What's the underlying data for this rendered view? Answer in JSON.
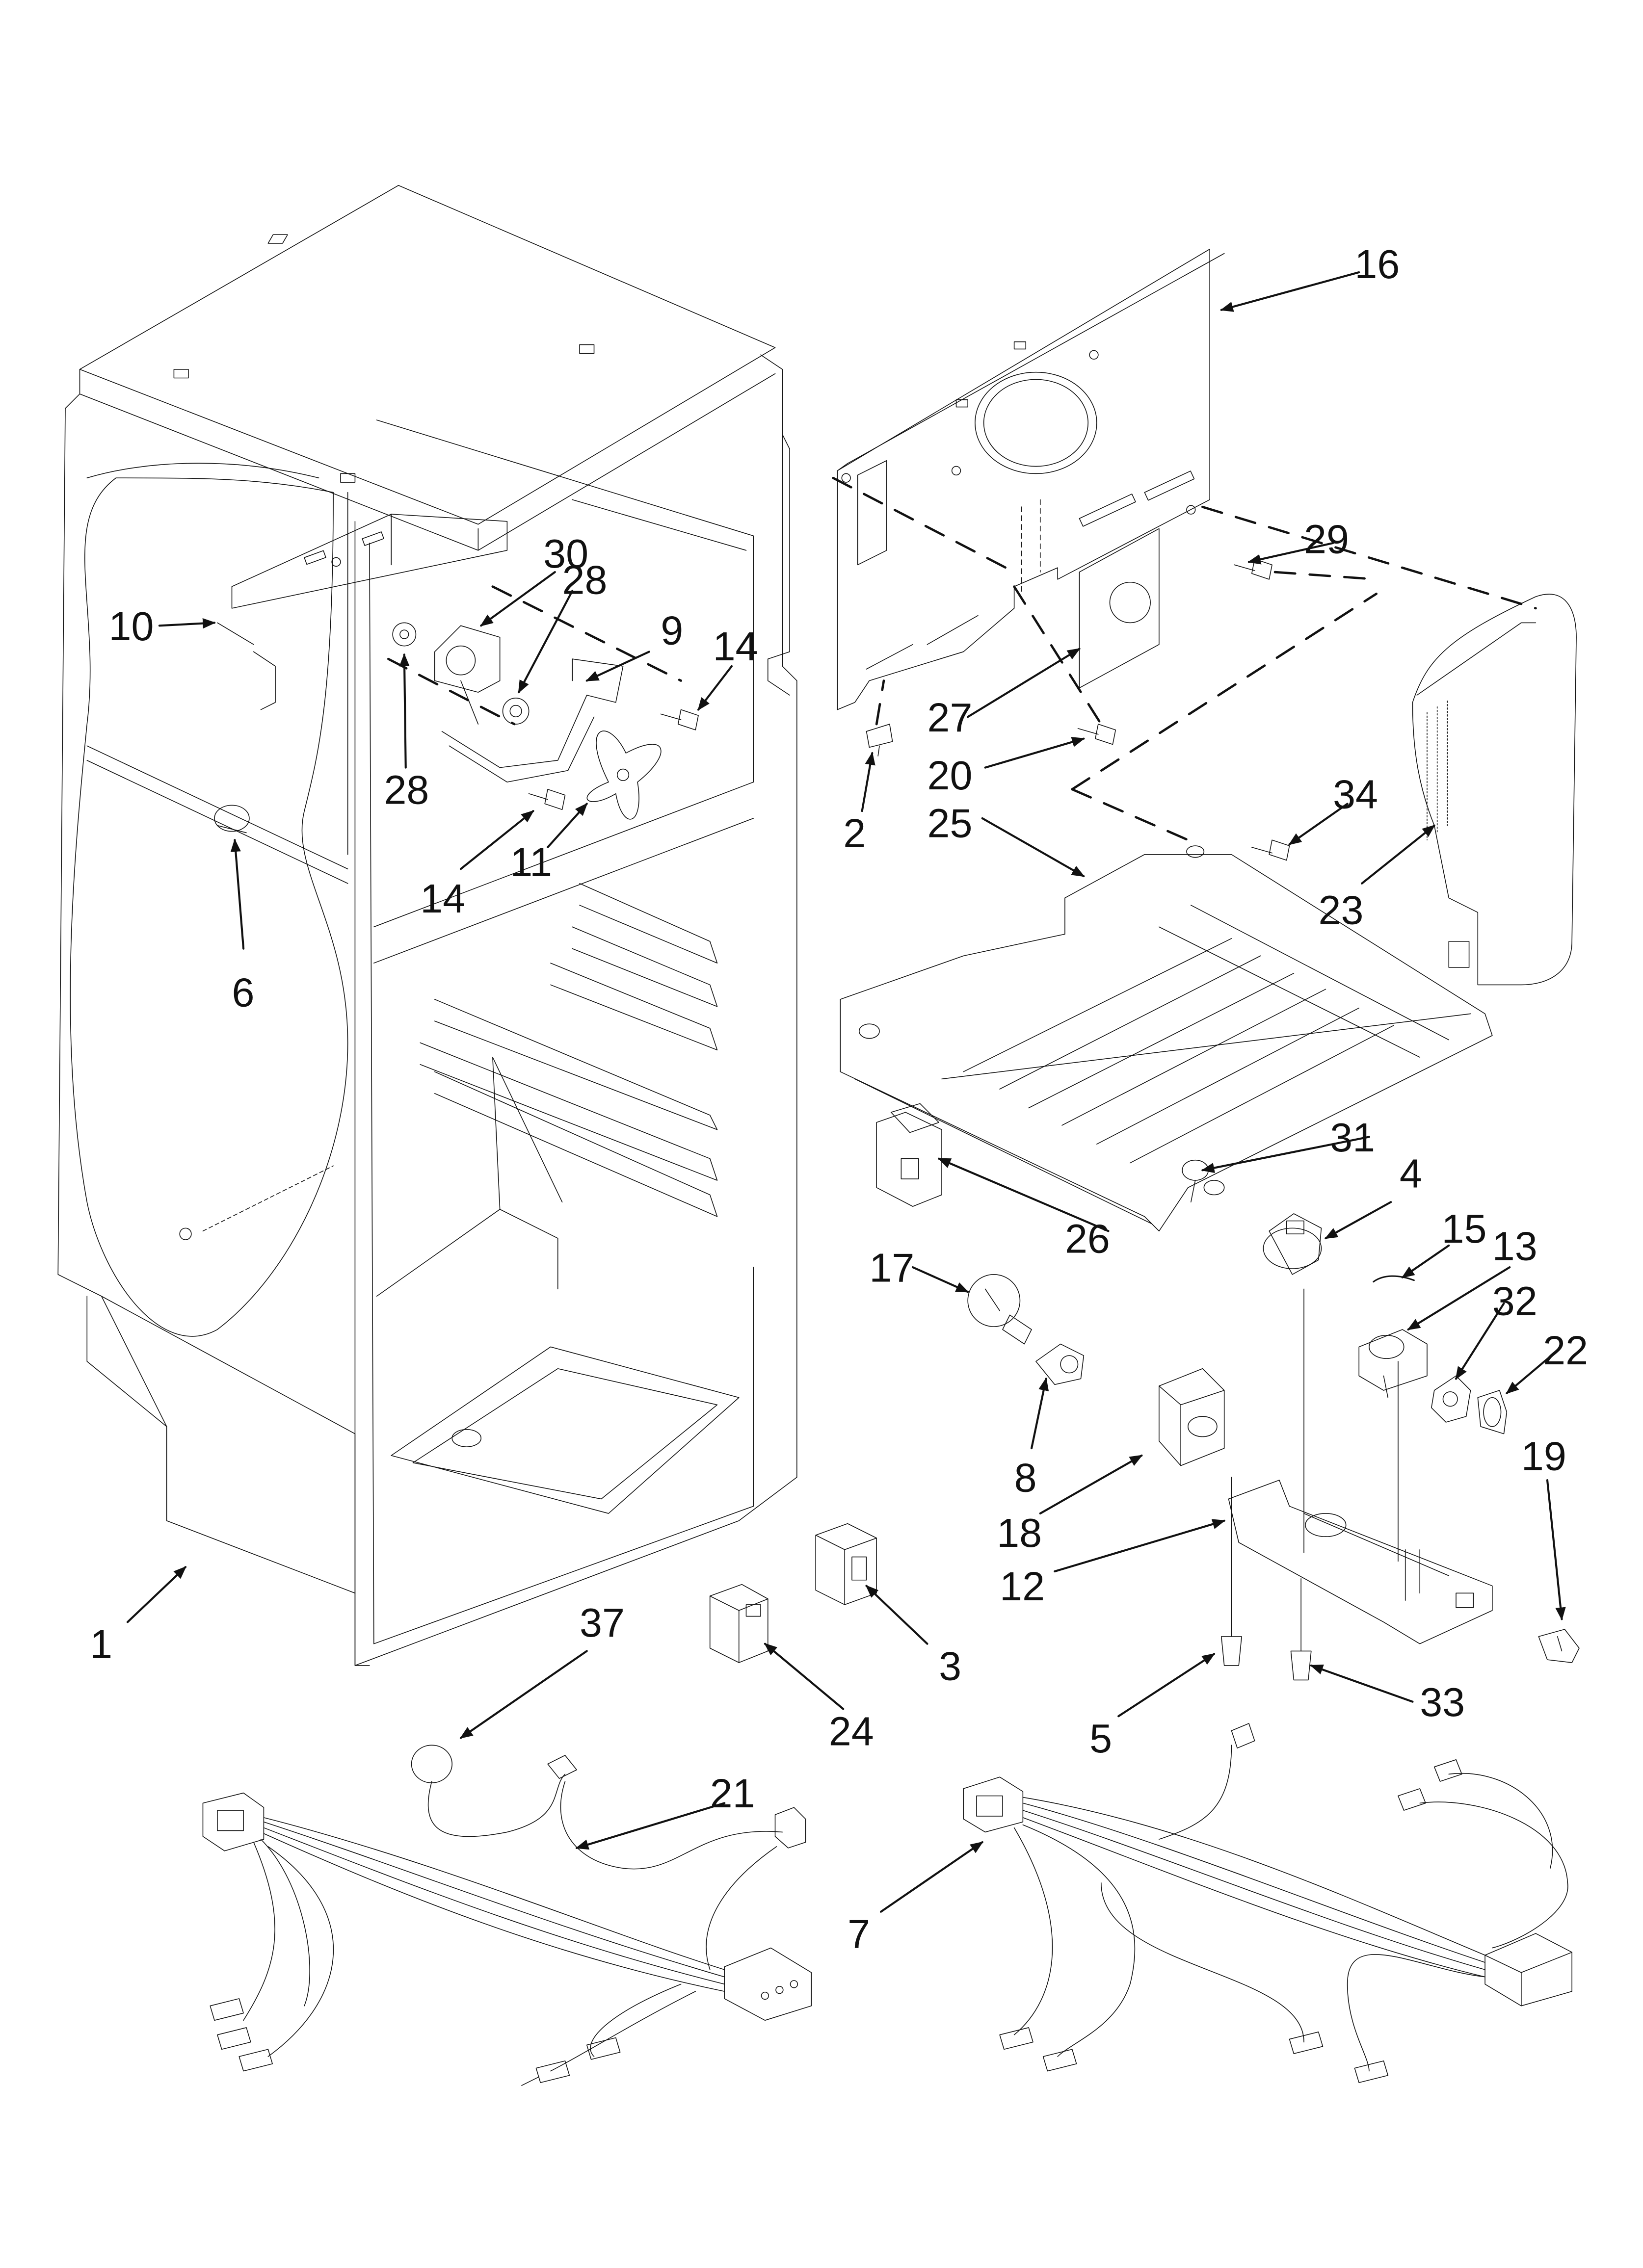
{
  "colors": {
    "line": "#111111",
    "background": "#ffffff",
    "label": "#111111"
  },
  "callouts": [
    {
      "id": "1",
      "label": "1"
    },
    {
      "id": "2",
      "label": "2"
    },
    {
      "id": "3",
      "label": "3"
    },
    {
      "id": "4",
      "label": "4"
    },
    {
      "id": "5",
      "label": "5"
    },
    {
      "id": "6",
      "label": "6"
    },
    {
      "id": "7",
      "label": "7"
    },
    {
      "id": "8",
      "label": "8"
    },
    {
      "id": "9",
      "label": "9"
    },
    {
      "id": "10",
      "label": "10"
    },
    {
      "id": "11",
      "label": "11"
    },
    {
      "id": "12",
      "label": "12"
    },
    {
      "id": "13",
      "label": "13"
    },
    {
      "id": "14a",
      "label": "14"
    },
    {
      "id": "14b",
      "label": "14"
    },
    {
      "id": "15",
      "label": "15"
    },
    {
      "id": "16",
      "label": "16"
    },
    {
      "id": "17",
      "label": "17"
    },
    {
      "id": "18",
      "label": "18"
    },
    {
      "id": "19",
      "label": "19"
    },
    {
      "id": "20",
      "label": "20"
    },
    {
      "id": "21",
      "label": "21"
    },
    {
      "id": "22",
      "label": "22"
    },
    {
      "id": "23",
      "label": "23"
    },
    {
      "id": "24",
      "label": "24"
    },
    {
      "id": "25",
      "label": "25"
    },
    {
      "id": "26",
      "label": "26"
    },
    {
      "id": "27",
      "label": "27"
    },
    {
      "id": "28a",
      "label": "28"
    },
    {
      "id": "28b",
      "label": "28"
    },
    {
      "id": "29",
      "label": "29"
    },
    {
      "id": "30",
      "label": "30"
    },
    {
      "id": "31",
      "label": "31"
    },
    {
      "id": "32",
      "label": "32"
    },
    {
      "id": "33",
      "label": "33"
    },
    {
      "id": "34",
      "label": "34"
    },
    {
      "id": "37",
      "label": "37"
    }
  ]
}
